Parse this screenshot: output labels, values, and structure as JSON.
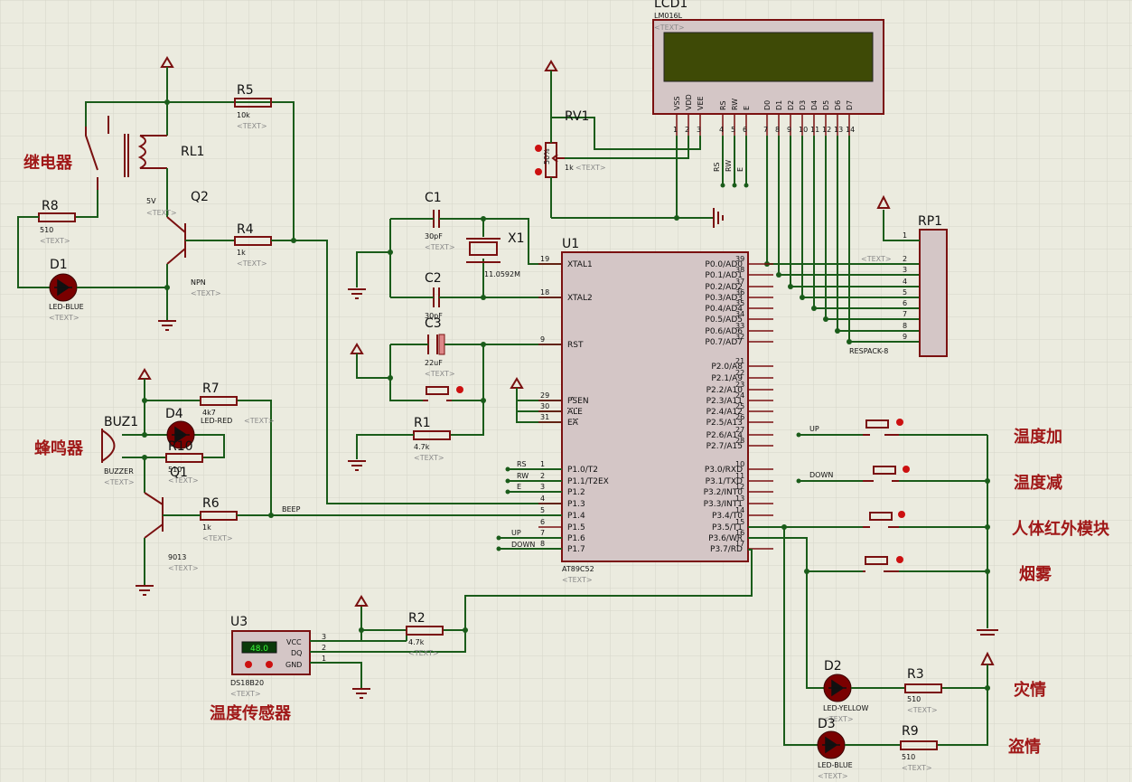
{
  "colors": {
    "background": "#ebebdf",
    "grid": "#d6d6c8",
    "wire": "#1a5c1a",
    "component": "#7a1010",
    "chip_fill": "#d4c6c6",
    "lcd_screen": "#3e4a06",
    "cn_label": "#a01818"
  },
  "ghost_text": "<TEXT>",
  "lcd": {
    "ref": "LCD1",
    "part": "LM016L",
    "pins": [
      "VSS",
      "VDD",
      "VEE",
      "RS",
      "RW",
      "E",
      "D0",
      "D1",
      "D2",
      "D3",
      "D4",
      "D5",
      "D6",
      "D7"
    ],
    "nums": [
      "1",
      "2",
      "3",
      "4",
      "5",
      "6",
      "7",
      "8",
      "9",
      "10",
      "11",
      "12",
      "13",
      "14"
    ],
    "net_rs": "RS",
    "net_rw": "RW",
    "net_e": "E"
  },
  "rv1": {
    "ref": "RV1",
    "value": "1k",
    "pct": "50%"
  },
  "relay": {
    "ref": "RL1",
    "cn": "继电器",
    "voltage": "5V"
  },
  "r5": {
    "ref": "R5",
    "value": "10k"
  },
  "r8": {
    "ref": "R8",
    "value": "510"
  },
  "r4": {
    "ref": "R4",
    "value": "1k"
  },
  "q2": {
    "ref": "Q2",
    "type": "NPN"
  },
  "d1": {
    "ref": "D1",
    "type": "LED-BLUE"
  },
  "c1": {
    "ref": "C1",
    "value": "30pF"
  },
  "c2": {
    "ref": "C2",
    "value": "30pF"
  },
  "c3": {
    "ref": "C3",
    "value": "22uF"
  },
  "x1": {
    "ref": "X1",
    "value": "11.0592M"
  },
  "r1": {
    "ref": "R1",
    "value": "4.7k"
  },
  "u1": {
    "ref": "U1",
    "part": "AT89C52",
    "left": [
      {
        "num": "19",
        "name": "XTAL1"
      },
      {
        "num": "18",
        "name": "XTAL2"
      },
      {
        "num": "9",
        "name": "RST"
      },
      {
        "num": "29",
        "name": "PSEN"
      },
      {
        "num": "30",
        "name": "ALE"
      },
      {
        "num": "31",
        "name": "EA"
      },
      {
        "num": "1",
        "name": "P1.0/T2"
      },
      {
        "num": "2",
        "name": "P1.1/T2EX"
      },
      {
        "num": "3",
        "name": "P1.2"
      },
      {
        "num": "4",
        "name": "P1.3"
      },
      {
        "num": "5",
        "name": "P1.4"
      },
      {
        "num": "6",
        "name": "P1.5"
      },
      {
        "num": "7",
        "name": "P1.6"
      },
      {
        "num": "8",
        "name": "P1.7"
      }
    ],
    "right": [
      {
        "num": "39",
        "name": "P0.0/AD0"
      },
      {
        "num": "38",
        "name": "P0.1/AD1"
      },
      {
        "num": "37",
        "name": "P0.2/AD2"
      },
      {
        "num": "36",
        "name": "P0.3/AD3"
      },
      {
        "num": "35",
        "name": "P0.4/AD4"
      },
      {
        "num": "34",
        "name": "P0.5/AD5"
      },
      {
        "num": "33",
        "name": "P0.6/AD6"
      },
      {
        "num": "32",
        "name": "P0.7/AD7"
      },
      {
        "num": "21",
        "name": "P2.0/A8"
      },
      {
        "num": "22",
        "name": "P2.1/A9"
      },
      {
        "num": "23",
        "name": "P2.2/A10"
      },
      {
        "num": "24",
        "name": "P2.3/A11"
      },
      {
        "num": "25",
        "name": "P2.4/A12"
      },
      {
        "num": "26",
        "name": "P2.5/A13"
      },
      {
        "num": "27",
        "name": "P2.6/A14"
      },
      {
        "num": "28",
        "name": "P2.7/A15"
      },
      {
        "num": "10",
        "name": "P3.0/RXD"
      },
      {
        "num": "11",
        "name": "P3.1/TXD"
      },
      {
        "num": "12",
        "name": "P3.2/INT0"
      },
      {
        "num": "13",
        "name": "P3.3/INT1"
      },
      {
        "num": "14",
        "name": "P3.4/T0"
      },
      {
        "num": "15",
        "name": "P3.5/T1"
      },
      {
        "num": "16",
        "name": "P3.6/WR"
      },
      {
        "num": "17",
        "name": "P3.7/RD"
      }
    ],
    "net_rs": "RS",
    "net_rw": "RW",
    "net_e": "E",
    "net_up": "UP",
    "net_down": "DOWN"
  },
  "rp1": {
    "ref": "RP1",
    "part": "RESPACK-8",
    "pins": [
      "1",
      "2",
      "3",
      "4",
      "5",
      "6",
      "7",
      "8",
      "9"
    ]
  },
  "buzzer": {
    "ref": "BUZ1",
    "part": "BUZZER",
    "cn": "蜂鸣器"
  },
  "d4": {
    "ref": "D4",
    "type": "LED-RED"
  },
  "r7": {
    "ref": "R7",
    "value": "4k7"
  },
  "r10": {
    "ref": "R10",
    "value": "510"
  },
  "q1": {
    "ref": "Q1",
    "type": "9013"
  },
  "r6": {
    "ref": "R6",
    "value": "1k",
    "net": "BEEP"
  },
  "u3": {
    "ref": "U3",
    "part": "DS18B20",
    "reading": "48.0",
    "pins": [
      "VCC",
      "DQ",
      "GND"
    ],
    "nums": [
      "3",
      "2",
      "1"
    ],
    "cn": "温度传感器"
  },
  "r2": {
    "ref": "R2",
    "value": "4.7k"
  },
  "switches": {
    "up": "UP",
    "down": "DOWN",
    "cn_up": "温度加",
    "cn_down": "温度减",
    "cn_pir": "人体红外模块",
    "cn_smoke": "烟雾"
  },
  "d2": {
    "ref": "D2",
    "type": "LED-YELLOW"
  },
  "r3": {
    "ref": "R3",
    "value": "510"
  },
  "d3": {
    "ref": "D3",
    "type": "LED-BLUE"
  },
  "r9": {
    "ref": "R9",
    "value": "510"
  },
  "labels": {
    "fire": "灾情",
    "theft": "盗情"
  }
}
